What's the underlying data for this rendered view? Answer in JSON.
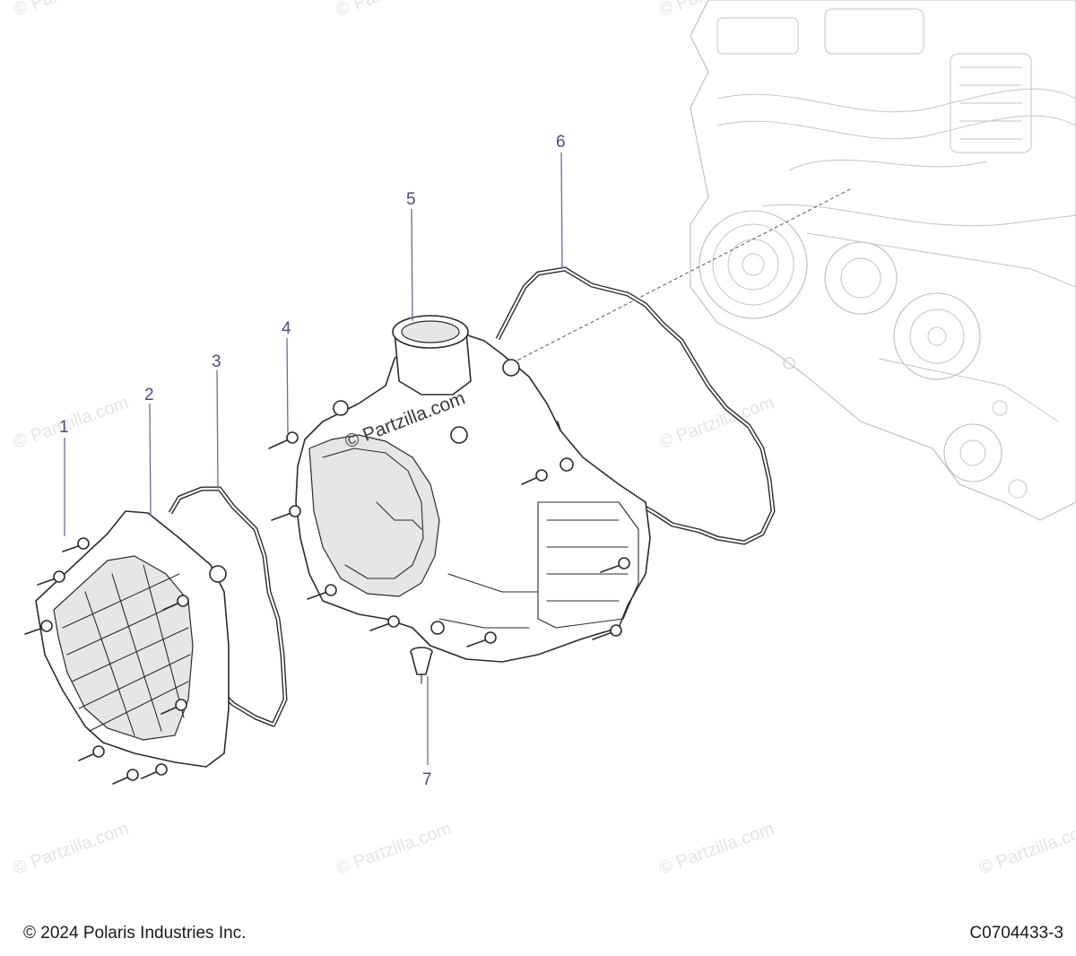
{
  "callouts": [
    {
      "number": "1"
    },
    {
      "number": "2"
    },
    {
      "number": "3"
    },
    {
      "number": "4"
    },
    {
      "number": "5"
    },
    {
      "number": "6"
    },
    {
      "number": "7"
    }
  ],
  "watermark": "© Partzilla.com",
  "footer": {
    "copyright": "© 2024 Polaris Industries Inc.",
    "drawing_number": "C0704433-3"
  }
}
